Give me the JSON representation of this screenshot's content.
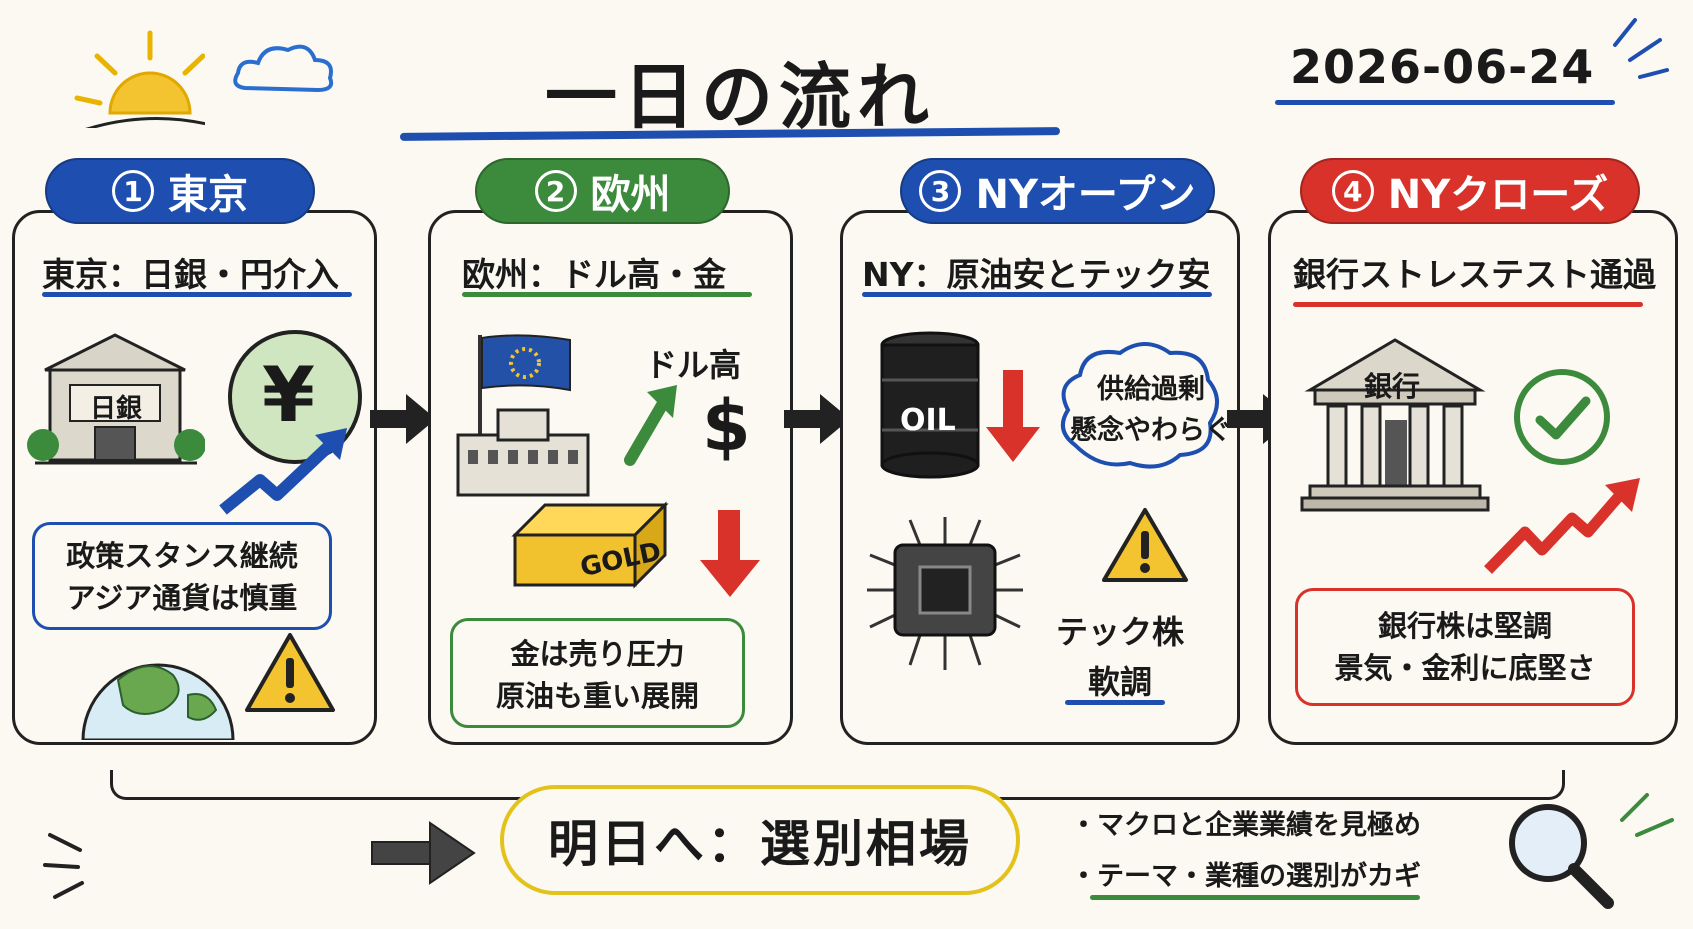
{
  "header": {
    "title": "一日の流れ",
    "date": "2026-06-24"
  },
  "colors": {
    "blue": "#1e4fb0",
    "green": "#3c8a3c",
    "red": "#d8322a",
    "yellow": "#e2c21b",
    "gold": "#f2c12e"
  },
  "panels": [
    {
      "pill_number": "1",
      "pill_label": "東京",
      "heading": "東京：日銀・円介入",
      "building_label": "日銀",
      "currency_symbol": "¥",
      "note_lines": [
        "政策スタンス継続",
        "アジア通貨は慎重"
      ],
      "icons": [
        "bank-building-icon",
        "yen-coin-icon",
        "up-trend-arrow-icon",
        "globe-icon",
        "warning-icon"
      ]
    },
    {
      "pill_number": "2",
      "pill_label": "欧州",
      "heading": "欧州：ドル高・金",
      "dollar_label": "ドル高",
      "dollar_symbol": "$",
      "gold_label": "GOLD",
      "note_lines": [
        "金は売り圧力",
        "原油も重い展開"
      ],
      "icons": [
        "eu-flag-icon",
        "building-icon",
        "up-arrow-icon",
        "gold-bar-icon",
        "down-arrow-icon"
      ]
    },
    {
      "pill_number": "3",
      "pill_label": "NYオープン",
      "heading": "NY：原油安とテック安",
      "oil_label": "OIL",
      "cloud_lines": [
        "供給過剰",
        "懸念やわらぐ"
      ],
      "tech_lines": [
        "テック株",
        "軟調"
      ],
      "icons": [
        "oil-barrel-icon",
        "down-arrow-icon",
        "chip-icon",
        "warning-icon"
      ]
    },
    {
      "pill_number": "4",
      "pill_label": "NYクローズ",
      "heading": "銀行ストレステスト通過",
      "building_label": "銀行",
      "note_lines": [
        "銀行株は堅調",
        "景気・金利に底堅さ"
      ],
      "icons": [
        "bank-building-icon",
        "check-circle-icon",
        "up-trend-arrow-icon"
      ]
    }
  ],
  "footer": {
    "main": "明日へ：選別相場",
    "bullets": [
      "マクロと企業業績を見極め",
      "テーマ・業種の選別がカギ"
    ]
  }
}
